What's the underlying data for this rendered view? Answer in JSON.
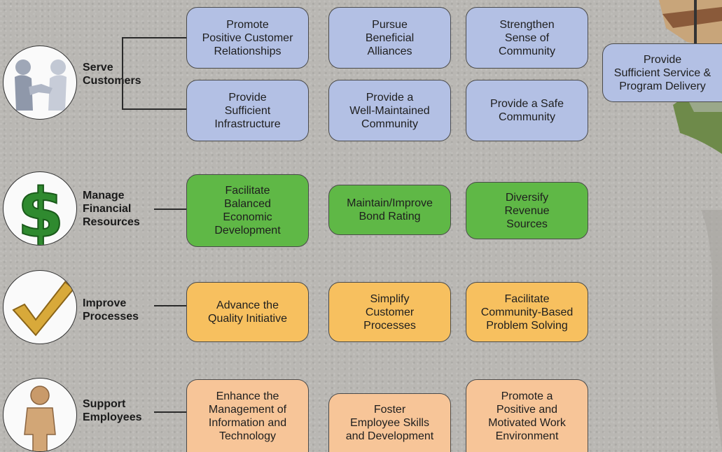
{
  "categories": {
    "serve": {
      "label": "Serve\nCustomers",
      "boxes": [
        "Promote\nPositive Customer\nRelationships",
        "Pursue\nBeneficial\nAlliances",
        "Strengthen\nSense of\nCommunity",
        "Provide\nSufficient\nInfrastructure",
        "Provide a\nWell-Maintained\nCommunity",
        "Provide a Safe\nCommunity"
      ],
      "extra": "Provide\nSufficient Service &\nProgram Delivery",
      "icon": "handshake-icon"
    },
    "financial": {
      "label": "Manage\nFinancial\nResources",
      "boxes": [
        "Facilitate\nBalanced\nEconomic\nDevelopment",
        "Maintain/Improve\nBond Rating",
        "Diversify\nRevenue\nSources"
      ],
      "icon": "dollar-sign-icon"
    },
    "processes": {
      "label": "Improve\nProcesses",
      "boxes": [
        "Advance the\nQuality Initiative",
        "Simplify\nCustomer\nProcesses",
        "Facilitate\nCommunity-Based\nProblem Solving"
      ],
      "icon": "checkmark-icon"
    },
    "employees": {
      "label": "Support\nEmployees",
      "boxes": [
        "Enhance the\nManagement of\nInformation and\nTechnology",
        "Foster\nEmployee Skills\nand Development",
        "Promote a\nPositive and\nMotivated Work\nEnvironment"
      ],
      "icon": "person-icon"
    }
  },
  "colors": {
    "serve": "#b3c0e4",
    "financial": "#5fb846",
    "processes": "#f7c05f",
    "employees": "#f7c598"
  }
}
